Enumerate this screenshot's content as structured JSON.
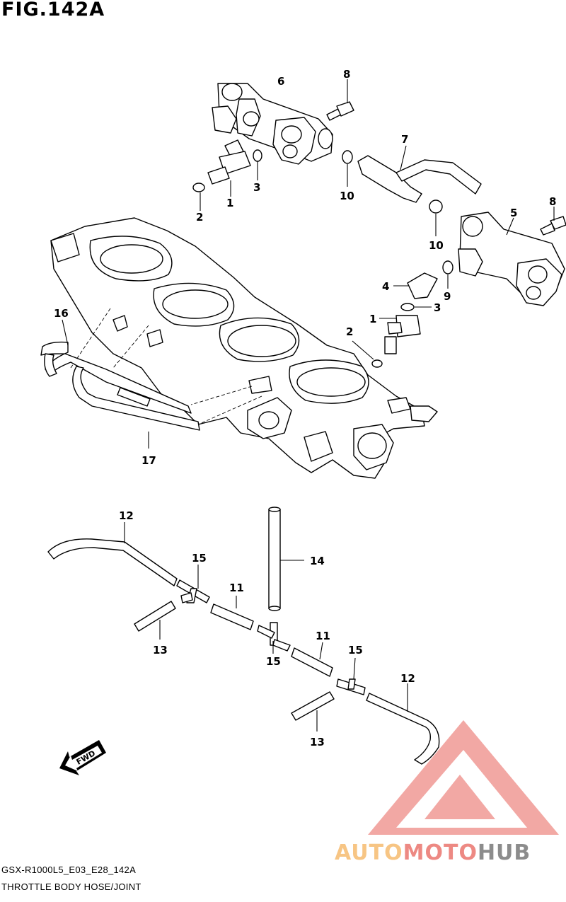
{
  "figure": {
    "title": "FIG.142A"
  },
  "footer": {
    "code": "GSX-R1000L5_E03_E28_142A",
    "description": "THROTTLE BODY HOSE/JOINT"
  },
  "callouts": {
    "c1a": "1",
    "c1b": "1",
    "c2a": "2",
    "c2b": "2",
    "c3a": "3",
    "c3b": "3",
    "c4": "4",
    "c5": "5",
    "c6": "6",
    "c7": "7",
    "c8a": "8",
    "c8b": "8",
    "c9": "9",
    "c10a": "10",
    "c10b": "10",
    "c11a": "11",
    "c11b": "11",
    "c12a": "12",
    "c12b": "12",
    "c13a": "13",
    "c13b": "13",
    "c14": "14",
    "c15a": "15",
    "c15b": "15",
    "c15c": "15",
    "c16": "16",
    "c17": "17"
  },
  "fwd_label": "FWD",
  "watermark": {
    "part1": "AUTO",
    "part2": "MOTO",
    "part3": "HUB",
    "color_orange": "#F5B25C",
    "color_red": "#E8625A",
    "color_gray": "#666666"
  }
}
